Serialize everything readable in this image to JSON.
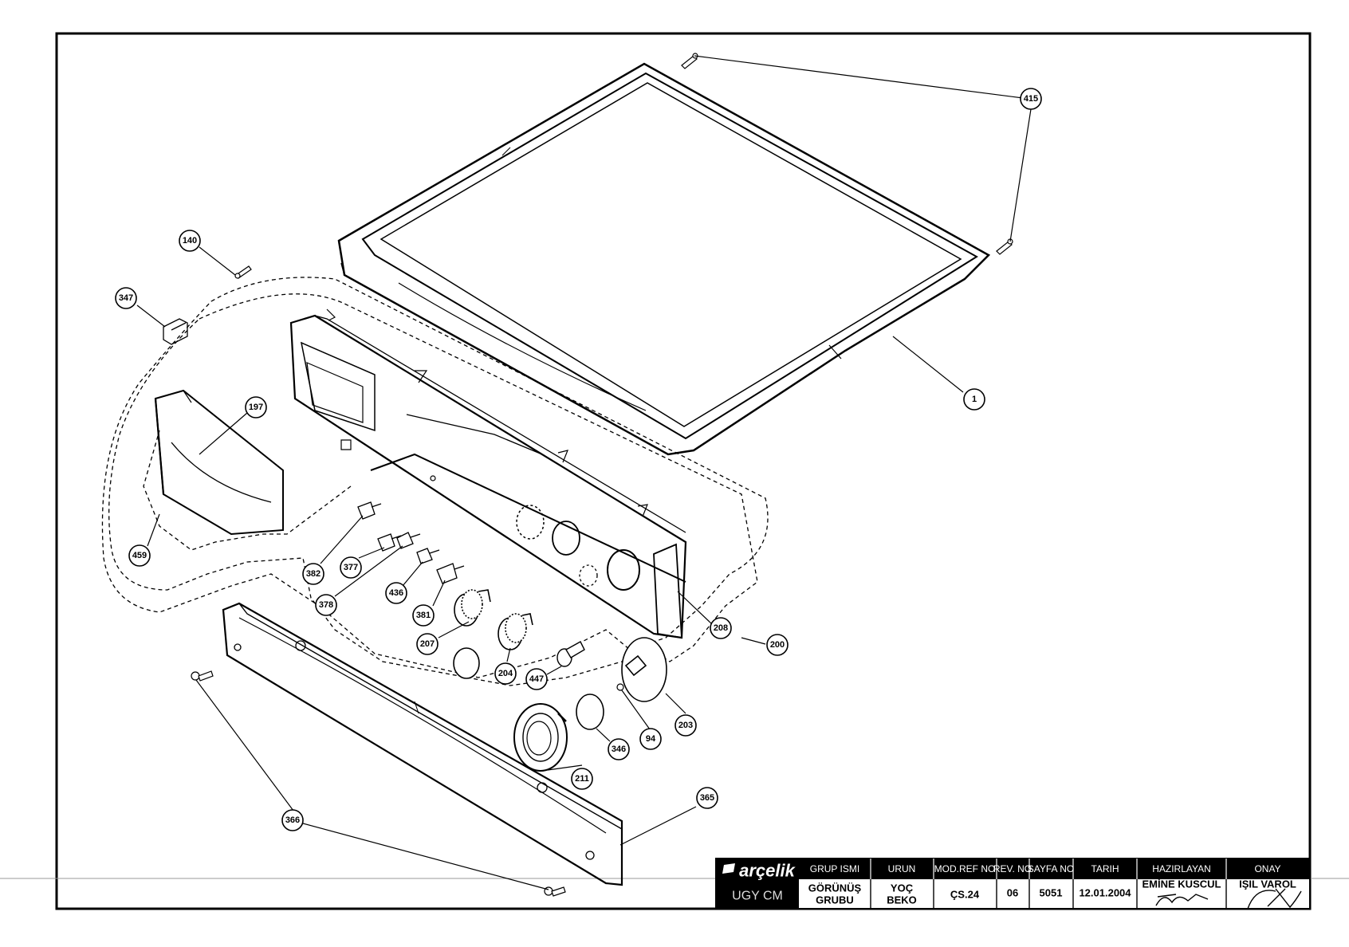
{
  "drawing": {
    "part_labels": {
      "p415": "415",
      "p140": "140",
      "p347": "347",
      "p197": "197",
      "p1": "1",
      "p459": "459",
      "p382": "382",
      "p377": "377",
      "p378": "378",
      "p436": "436",
      "p381": "381",
      "p207": "207",
      "p204": "204",
      "p447": "447",
      "p208": "208",
      "p200": "200",
      "p203": "203",
      "p94": "94",
      "p346": "346",
      "p211": "211",
      "p365": "365",
      "p366": "366"
    }
  },
  "title_block": {
    "brand": "arçelik",
    "dept": "UGY CM",
    "headers": {
      "group": "GRUP ISMI",
      "product": "URUN",
      "ref": "MOD.REF NO",
      "rev": "REV. NO",
      "page": "SAYFA NO",
      "date": "TARIH",
      "prepared": "HAZIRLAYAN",
      "approved": "ONAY"
    },
    "values": {
      "group_l1": "GÖRÜNÜŞ",
      "group_l2": "GRUBU",
      "product_l1": "YOÇ",
      "product_l2": "BEKO",
      "ref": "ÇS.24",
      "rev": "06",
      "page": "5051",
      "date": "12.01.2004",
      "prepared_name": "EMİNE KUSCUL",
      "approved_name": "IŞIL VAROL"
    }
  }
}
